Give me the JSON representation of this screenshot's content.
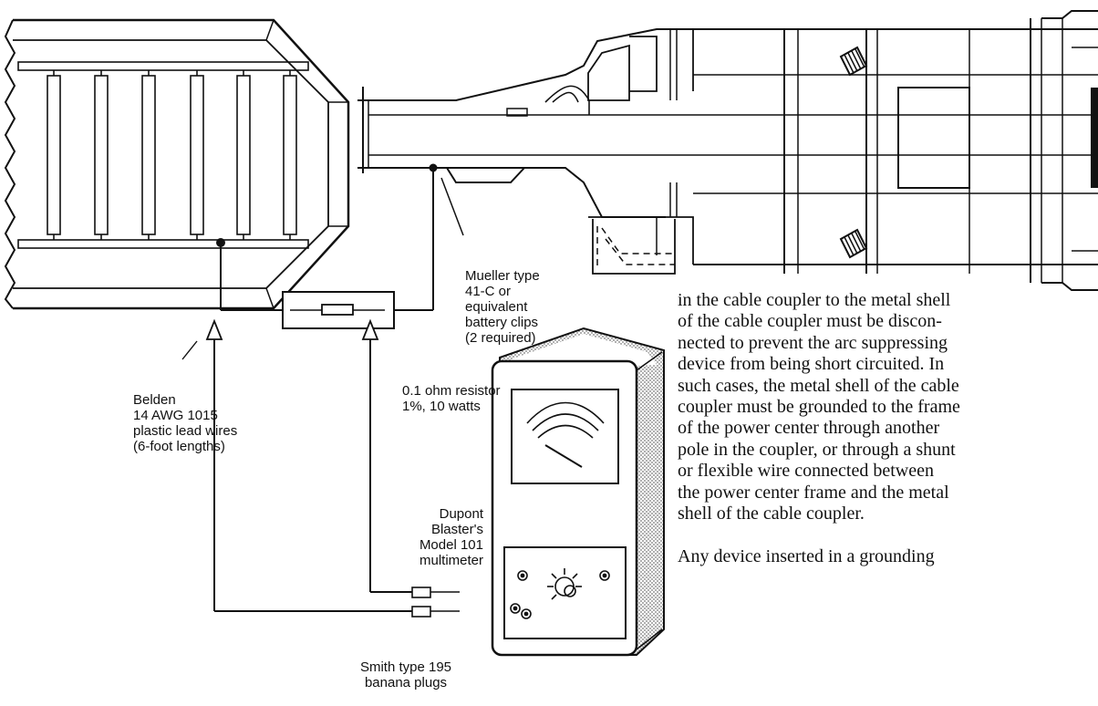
{
  "labels": {
    "clips": [
      "Mueller type",
      "41-C or",
      "equivalent",
      "battery clips",
      "(2 required)"
    ],
    "wires": [
      "Belden",
      "14 AWG 1015",
      "plastic lead wires",
      "(6-foot lengths)"
    ],
    "resistor": [
      "0.1 ohm resistor",
      "1%, 10 watts"
    ],
    "meter": [
      "Dupont",
      "Blaster's",
      "Model 101",
      "multimeter"
    ],
    "plugs": [
      "Smith type 195",
      "banana plugs"
    ]
  },
  "body": {
    "lines": [
      "in the cable coupler to the metal shell",
      "of the cable coupler must be discon-",
      "nected to prevent the arc suppressing",
      "device from being short circuited. In",
      "such cases, the metal shell of the cable",
      "coupler must be grounded to the frame",
      "of the power center through another",
      "pole in the coupler, or through a shunt",
      "or flexible wire connected between",
      "the power center frame and the metal",
      "shell of the cable coupler."
    ],
    "next_line": "Any device inserted in a grounding"
  },
  "colors": {
    "ink": "#111111",
    "paper": "#ffffff",
    "shade": "#9a9a9a"
  }
}
